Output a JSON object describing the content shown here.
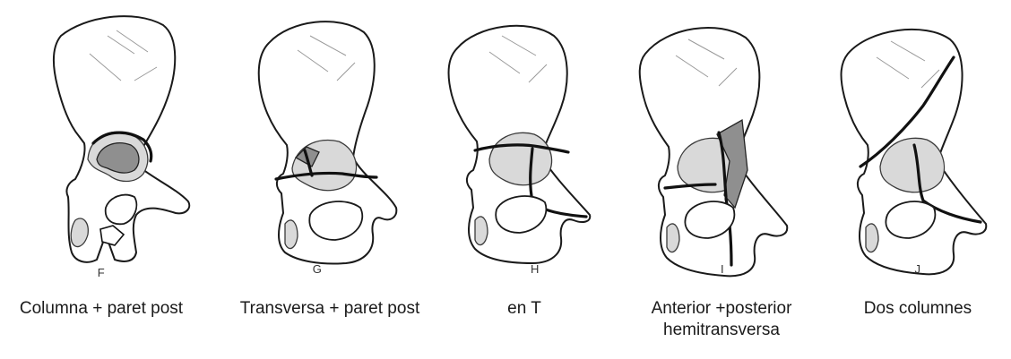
{
  "figures": [
    {
      "letter": "F",
      "caption_lines": [
        "Columna + paret post"
      ]
    },
    {
      "letter": "G",
      "caption_lines": [
        "Transversa + paret post"
      ]
    },
    {
      "letter": "H",
      "caption_lines": [
        "en T"
      ]
    },
    {
      "letter": "I",
      "caption_lines": [
        "Anterior +posterior",
        "hemitransversa"
      ]
    },
    {
      "letter": "J",
      "caption_lines": [
        "Dos columnes"
      ]
    }
  ]
}
